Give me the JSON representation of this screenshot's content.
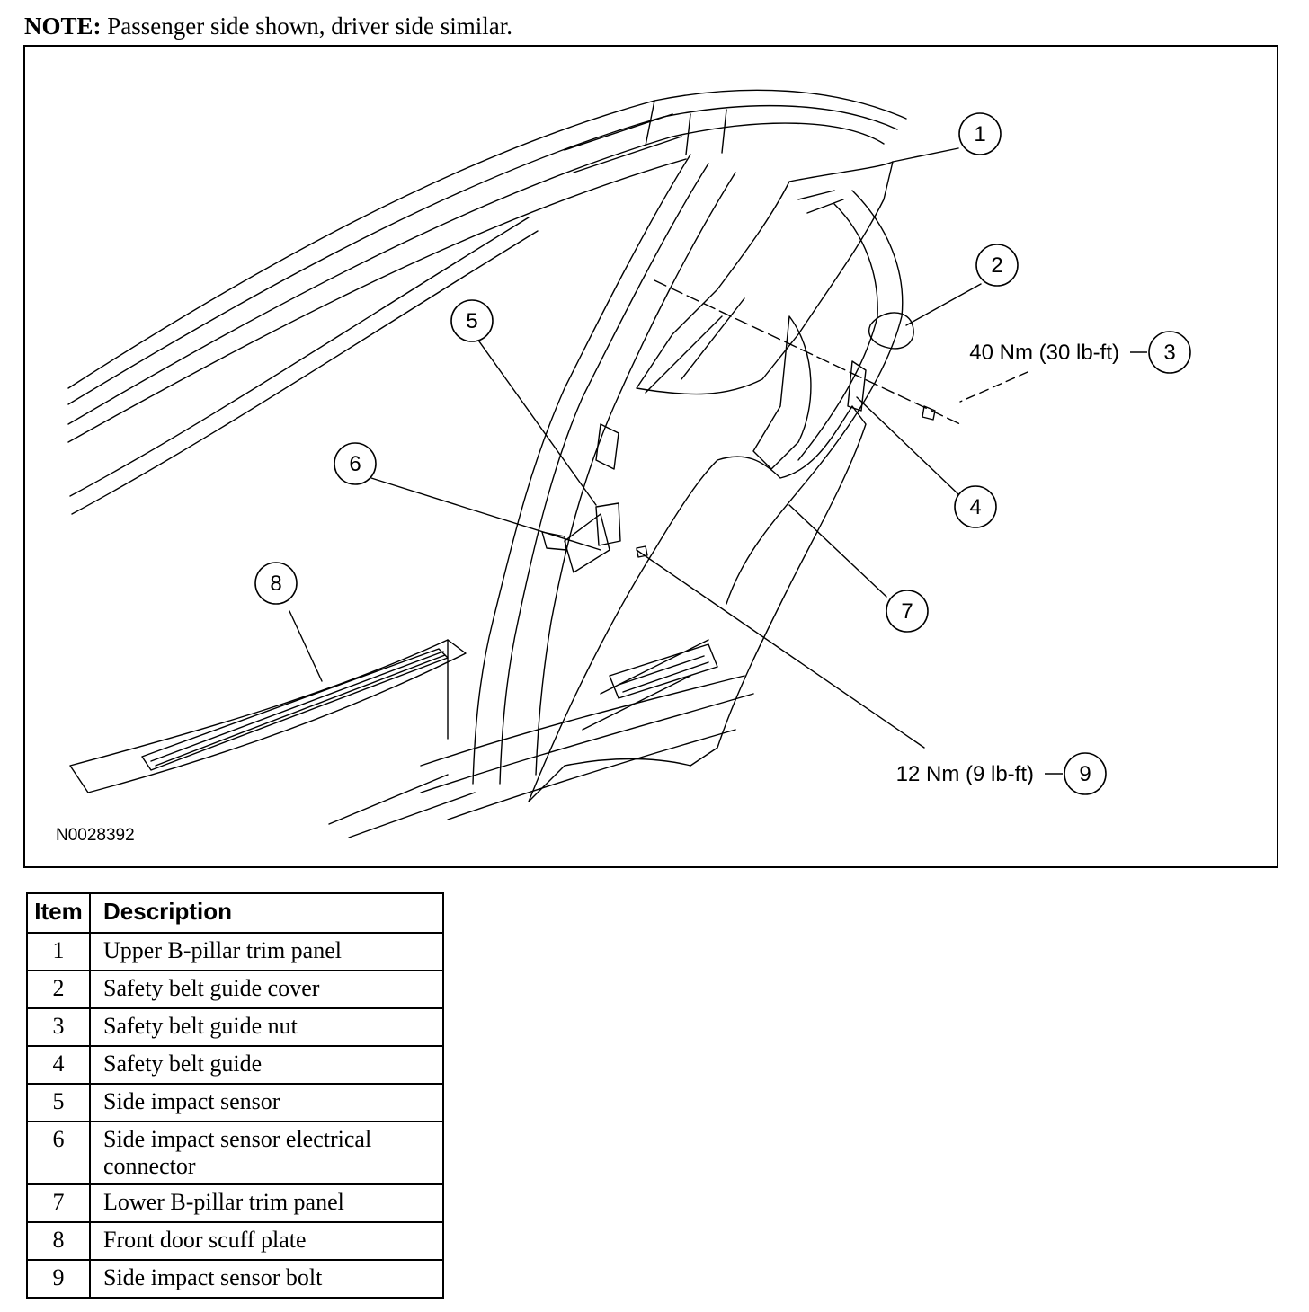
{
  "note": {
    "label": "NOTE:",
    "text": " Passenger side shown, driver side similar."
  },
  "figure": {
    "id": "N0028392",
    "callouts": [
      {
        "num": "1"
      },
      {
        "num": "2"
      },
      {
        "num": "3",
        "torque": "40 Nm (30 lb-ft)"
      },
      {
        "num": "4"
      },
      {
        "num": "5"
      },
      {
        "num": "6"
      },
      {
        "num": "7"
      },
      {
        "num": "8"
      },
      {
        "num": "9",
        "torque": "12 Nm (9 lb-ft)"
      }
    ]
  },
  "legend": {
    "headers": {
      "item": "Item",
      "description": "Description"
    },
    "rows": [
      {
        "item": "1",
        "description": "Upper B-pillar trim panel"
      },
      {
        "item": "2",
        "description": "Safety belt guide cover"
      },
      {
        "item": "3",
        "description": "Safety belt guide nut"
      },
      {
        "item": "4",
        "description": "Safety belt guide"
      },
      {
        "item": "5",
        "description": "Side impact sensor"
      },
      {
        "item": "6",
        "description": "Side impact sensor electrical connector"
      },
      {
        "item": "7",
        "description": "Lower B-pillar trim panel"
      },
      {
        "item": "8",
        "description": "Front door scuff plate"
      },
      {
        "item": "9",
        "description": "Side impact sensor bolt"
      }
    ]
  }
}
